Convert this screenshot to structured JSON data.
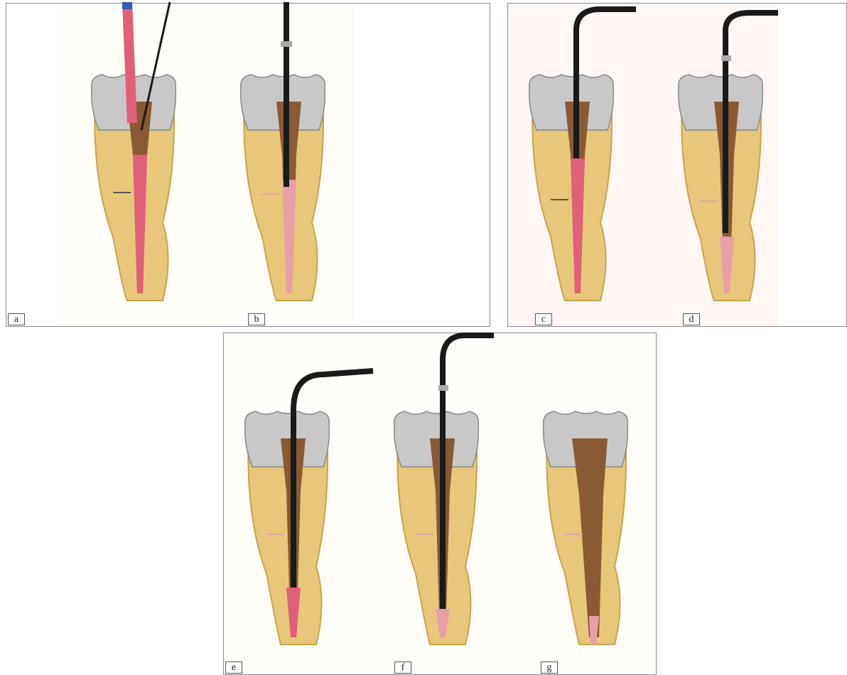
{
  "panels": [
    {
      "label": "a",
      "instrument": "gutta-percha-cone-with-spreader"
    },
    {
      "label": "b",
      "instrument": "straight-plugger"
    },
    {
      "label": "c",
      "instrument": "heat-carrier"
    },
    {
      "label": "d",
      "instrument": "heat-plugger"
    },
    {
      "label": "e",
      "instrument": "curved-heat-carrier"
    },
    {
      "label": "f",
      "instrument": "heat-plugger"
    },
    {
      "label": "g",
      "instrument": "none-obturated-canal"
    }
  ],
  "colors": {
    "dentin": "#e8c77a",
    "dentin_shadow": "#c9a24e",
    "enamel": "#bfbfbf",
    "pulp_chamber": "#8a5a35",
    "gutta_percha": "#e0607a",
    "canal_pink": "#e8a0a8",
    "instrument": "#1a1a1a",
    "cone_handle": "#2f5fb5"
  }
}
